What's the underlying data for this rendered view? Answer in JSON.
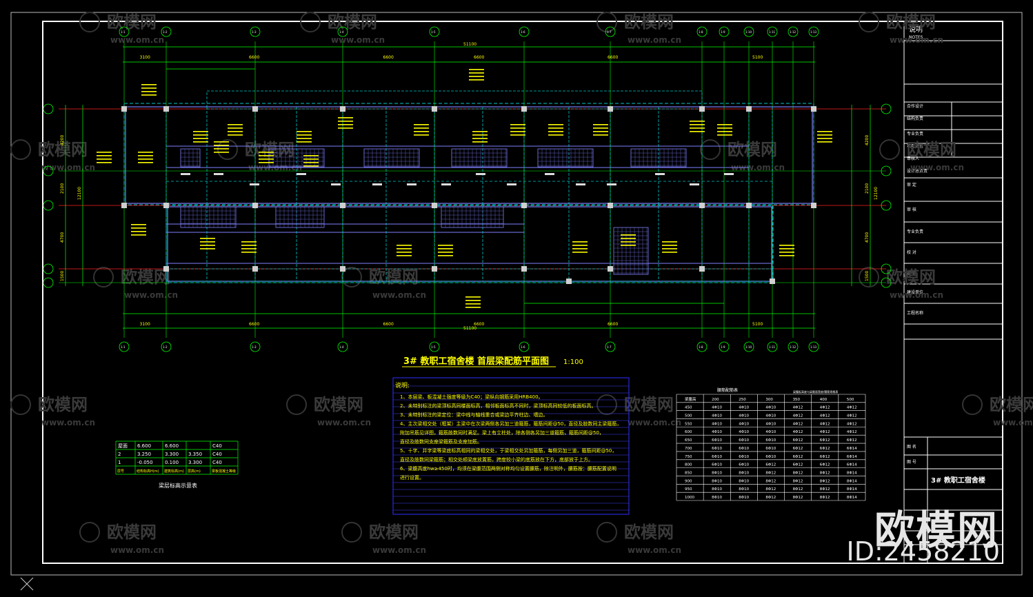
{
  "drawing": {
    "title": "3# 教职工宿舍楼 首层梁配筋平面图",
    "scale": "1:100"
  },
  "axes": {
    "top_labels": [
      "1-1",
      "1-2",
      "1-3",
      "1-4",
      "1-5",
      "1-6",
      "1-7",
      "1-8",
      "1-9",
      "1-10",
      "1-11",
      "1-12",
      "1-13"
    ],
    "top_dims": [
      "3100",
      "6600",
      "6600",
      "6600",
      "6600",
      "5100"
    ],
    "total_dim": "51100",
    "side_dims_left": [
      "4200",
      "2100",
      "4700",
      "1500"
    ],
    "total_side": "12100"
  },
  "notes": {
    "heading": "说明:",
    "lines": [
      "1、本层梁、板混凝土强度等级为C40；梁纵向钢筋采用HRB400。",
      "2、未特别标注的梁顶标高同楼面标高，相邻板面标高不同时，梁顶标高同较低的板面标高。",
      "3、未特别标注的梁定位：梁中线与轴线重合或梁边平齐柱边、墙边。",
      "4、主次梁相交处（框架）主梁中在次梁两侧各另加三道箍筋，箍筋间距@50，直径及肢数同主梁箍筋，",
      "   附加吊筋见详图，箍筋肢数同时满足。梁上有立柱处，除各侧各另加三道箍筋，箍筋间距@50，",
      "   直径及肢数同支座梁箍筋及支座加筋。",
      "5、十字、井字梁等梁底标高相同的梁相交处，于梁相交处另加箍筋，每侧另加三道，箍筋间距@50，",
      "   直径及肢数同梁箍筋；相交处顺梁底放置筋，跨度较小梁的底筋放在下方，底部放于上方。",
      "6、梁腹高度hw≥450时，均须在梁腹范围两侧对称均匀设置腰筋，除注明外，腰筋按：腰筋配置说明",
      "   进行设置。"
    ]
  },
  "elevation_table": {
    "caption": "梁层标高示意表",
    "rows": [
      [
        "屋面",
        "6.600",
        "6.600",
        "",
        "C40"
      ],
      [
        "2",
        "3.250",
        "3.300",
        "3.350",
        "C40"
      ],
      [
        "1",
        "-0.050",
        "0.100",
        "3.300",
        "C40"
      ]
    ],
    "footer": [
      "层号",
      "结构标高H(m)",
      "建筑标高(m)",
      "层高(m)",
      "梁板混凝土等级"
    ]
  },
  "waist_table": {
    "caption": "腰筋配筋表",
    "side_caption": "梁腹板高度与梁截面宽度/腰筋规格表",
    "header": [
      "梁腹高",
      "200",
      "250",
      "300",
      "350",
      "400",
      "500"
    ],
    "rows": [
      [
        "450",
        "4Φ10",
        "4Φ10",
        "4Φ10",
        "4Φ12",
        "4Φ12",
        "4Φ12"
      ],
      [
        "500",
        "4Φ10",
        "4Φ10",
        "4Φ10",
        "4Φ12",
        "4Φ12",
        "4Φ12"
      ],
      [
        "550",
        "4Φ10",
        "4Φ10",
        "4Φ10",
        "4Φ12",
        "4Φ12",
        "4Φ12"
      ],
      [
        "600",
        "4Φ10",
        "4Φ10",
        "4Φ10",
        "4Φ12",
        "4Φ12",
        "4Φ12"
      ],
      [
        "650",
        "6Φ10",
        "6Φ10",
        "6Φ10",
        "6Φ12",
        "6Φ12",
        "6Φ12"
      ],
      [
        "700",
        "6Φ10",
        "6Φ10",
        "6Φ10",
        "6Φ12",
        "6Φ12",
        "6Φ14"
      ],
      [
        "750",
        "6Φ10",
        "6Φ10",
        "6Φ10",
        "6Φ12",
        "6Φ12",
        "6Φ14"
      ],
      [
        "800",
        "6Φ10",
        "6Φ10",
        "6Φ12",
        "6Φ12",
        "6Φ12",
        "6Φ14"
      ],
      [
        "850",
        "8Φ10",
        "8Φ10",
        "8Φ12",
        "8Φ12",
        "8Φ12",
        "8Φ14"
      ],
      [
        "900",
        "8Φ10",
        "8Φ10",
        "8Φ12",
        "8Φ12",
        "8Φ12",
        "8Φ14"
      ],
      [
        "950",
        "8Φ10",
        "8Φ10",
        "8Φ12",
        "8Φ12",
        "8Φ12",
        "8Φ14"
      ],
      [
        "1000",
        "8Φ10",
        "8Φ10",
        "8Φ12",
        "8Φ12",
        "8Φ12",
        "8Φ14"
      ]
    ]
  },
  "title_block": {
    "notes_label": "说明",
    "notes_en": "NOTES",
    "project_name": "3# 教职工宿舍楼",
    "rows": [
      "合作设计",
      "结构负责",
      "专业负责",
      "项目负责",
      "审核人",
      "设计总负责",
      "审 定",
      "审 核",
      "专业负责",
      "校 对",
      "设 计",
      "建设单位",
      "工程名称",
      "图 名",
      "图 号"
    ]
  },
  "watermarks": {
    "brand": "欧模网",
    "site": "www.om.cn",
    "big_brand": "欧模网",
    "id": "ID:2458210"
  },
  "colors": {
    "background": "#000000",
    "axis_line": "#00ff00",
    "grid_red": "#ff2020",
    "beam": "#8080ff",
    "slab": "#00c8c8",
    "annotation": "#ffff00",
    "frame": "#ffffff",
    "title_text": "#ffff00",
    "notes_line": "#4040ff"
  }
}
